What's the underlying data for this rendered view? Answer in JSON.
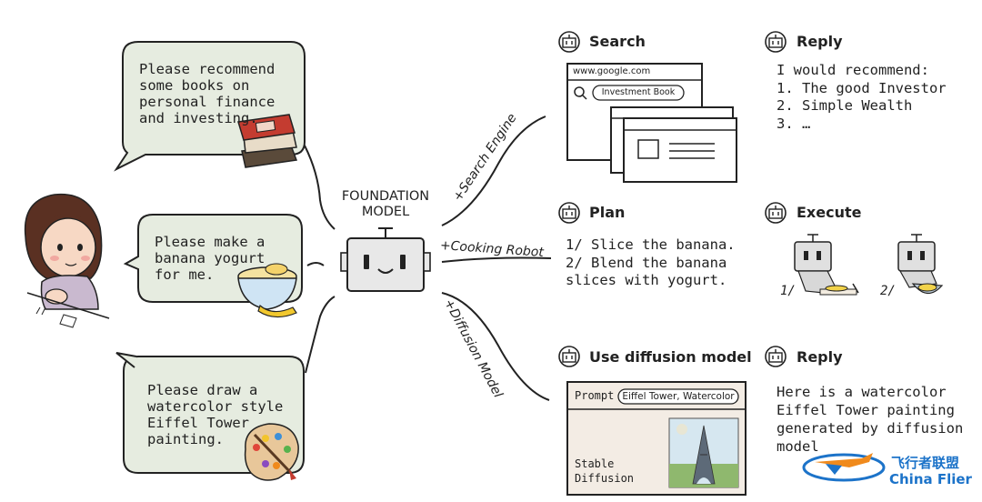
{
  "bubbles": {
    "books": "Please recommend\nsome books on\npersonal finance\nand investing.",
    "yogurt": "Please make a\nbanana yogurt\nfor me.",
    "painting": "Please draw a\nwatercolor style\nEiffel Tower\npainting."
  },
  "center": {
    "title_line1": "FOUNDATION",
    "title_line2": "MODEL"
  },
  "branches": {
    "search": "+Search Engine",
    "cooking": "+Cooking Robot",
    "diffusion": "+Diffusion Model"
  },
  "search": {
    "heading": "Search",
    "url": "www.google.com",
    "query": "Investment Book"
  },
  "reply1": {
    "heading": "Reply",
    "text": "I would recommend:\n1. The good Investor\n2. Simple Wealth\n3. …"
  },
  "plan": {
    "heading": "Plan",
    "text": "1/  Slice the banana.\n2/  Blend the banana\nslices with yogurt."
  },
  "execute": {
    "heading": "Execute",
    "step1": "1/",
    "step2": "2/"
  },
  "diffusion": {
    "heading": "Use diffusion model",
    "prompt_label": "Prompt",
    "prompt_value": "Eiffel Tower, Watercolor",
    "engine_line1": "Stable",
    "engine_line2": "Diffusion"
  },
  "reply2": {
    "heading": "Reply",
    "text": "Here is a watercolor\nEiffel Tower painting\ngenerated by diffusion\nmodel"
  },
  "watermark": {
    "cn": "飞行者联盟",
    "en": "China Flier"
  },
  "icons": {
    "robot": "robot-icon",
    "small_robot": "robot-head-icon",
    "books": "books-icon",
    "bowl": "yogurt-bowl-icon",
    "palette": "paint-palette-icon",
    "person": "user-avatar-icon",
    "magnifier": "search-icon"
  },
  "colors": {
    "bubble_fill": "#e6ece0",
    "robot_fill": "#e8e8e8",
    "panel_fill": "#f3ece4",
    "book_red": "#c43c30",
    "watermark_blue": "#1c73c9",
    "watermark_orange": "#f08a1c"
  }
}
